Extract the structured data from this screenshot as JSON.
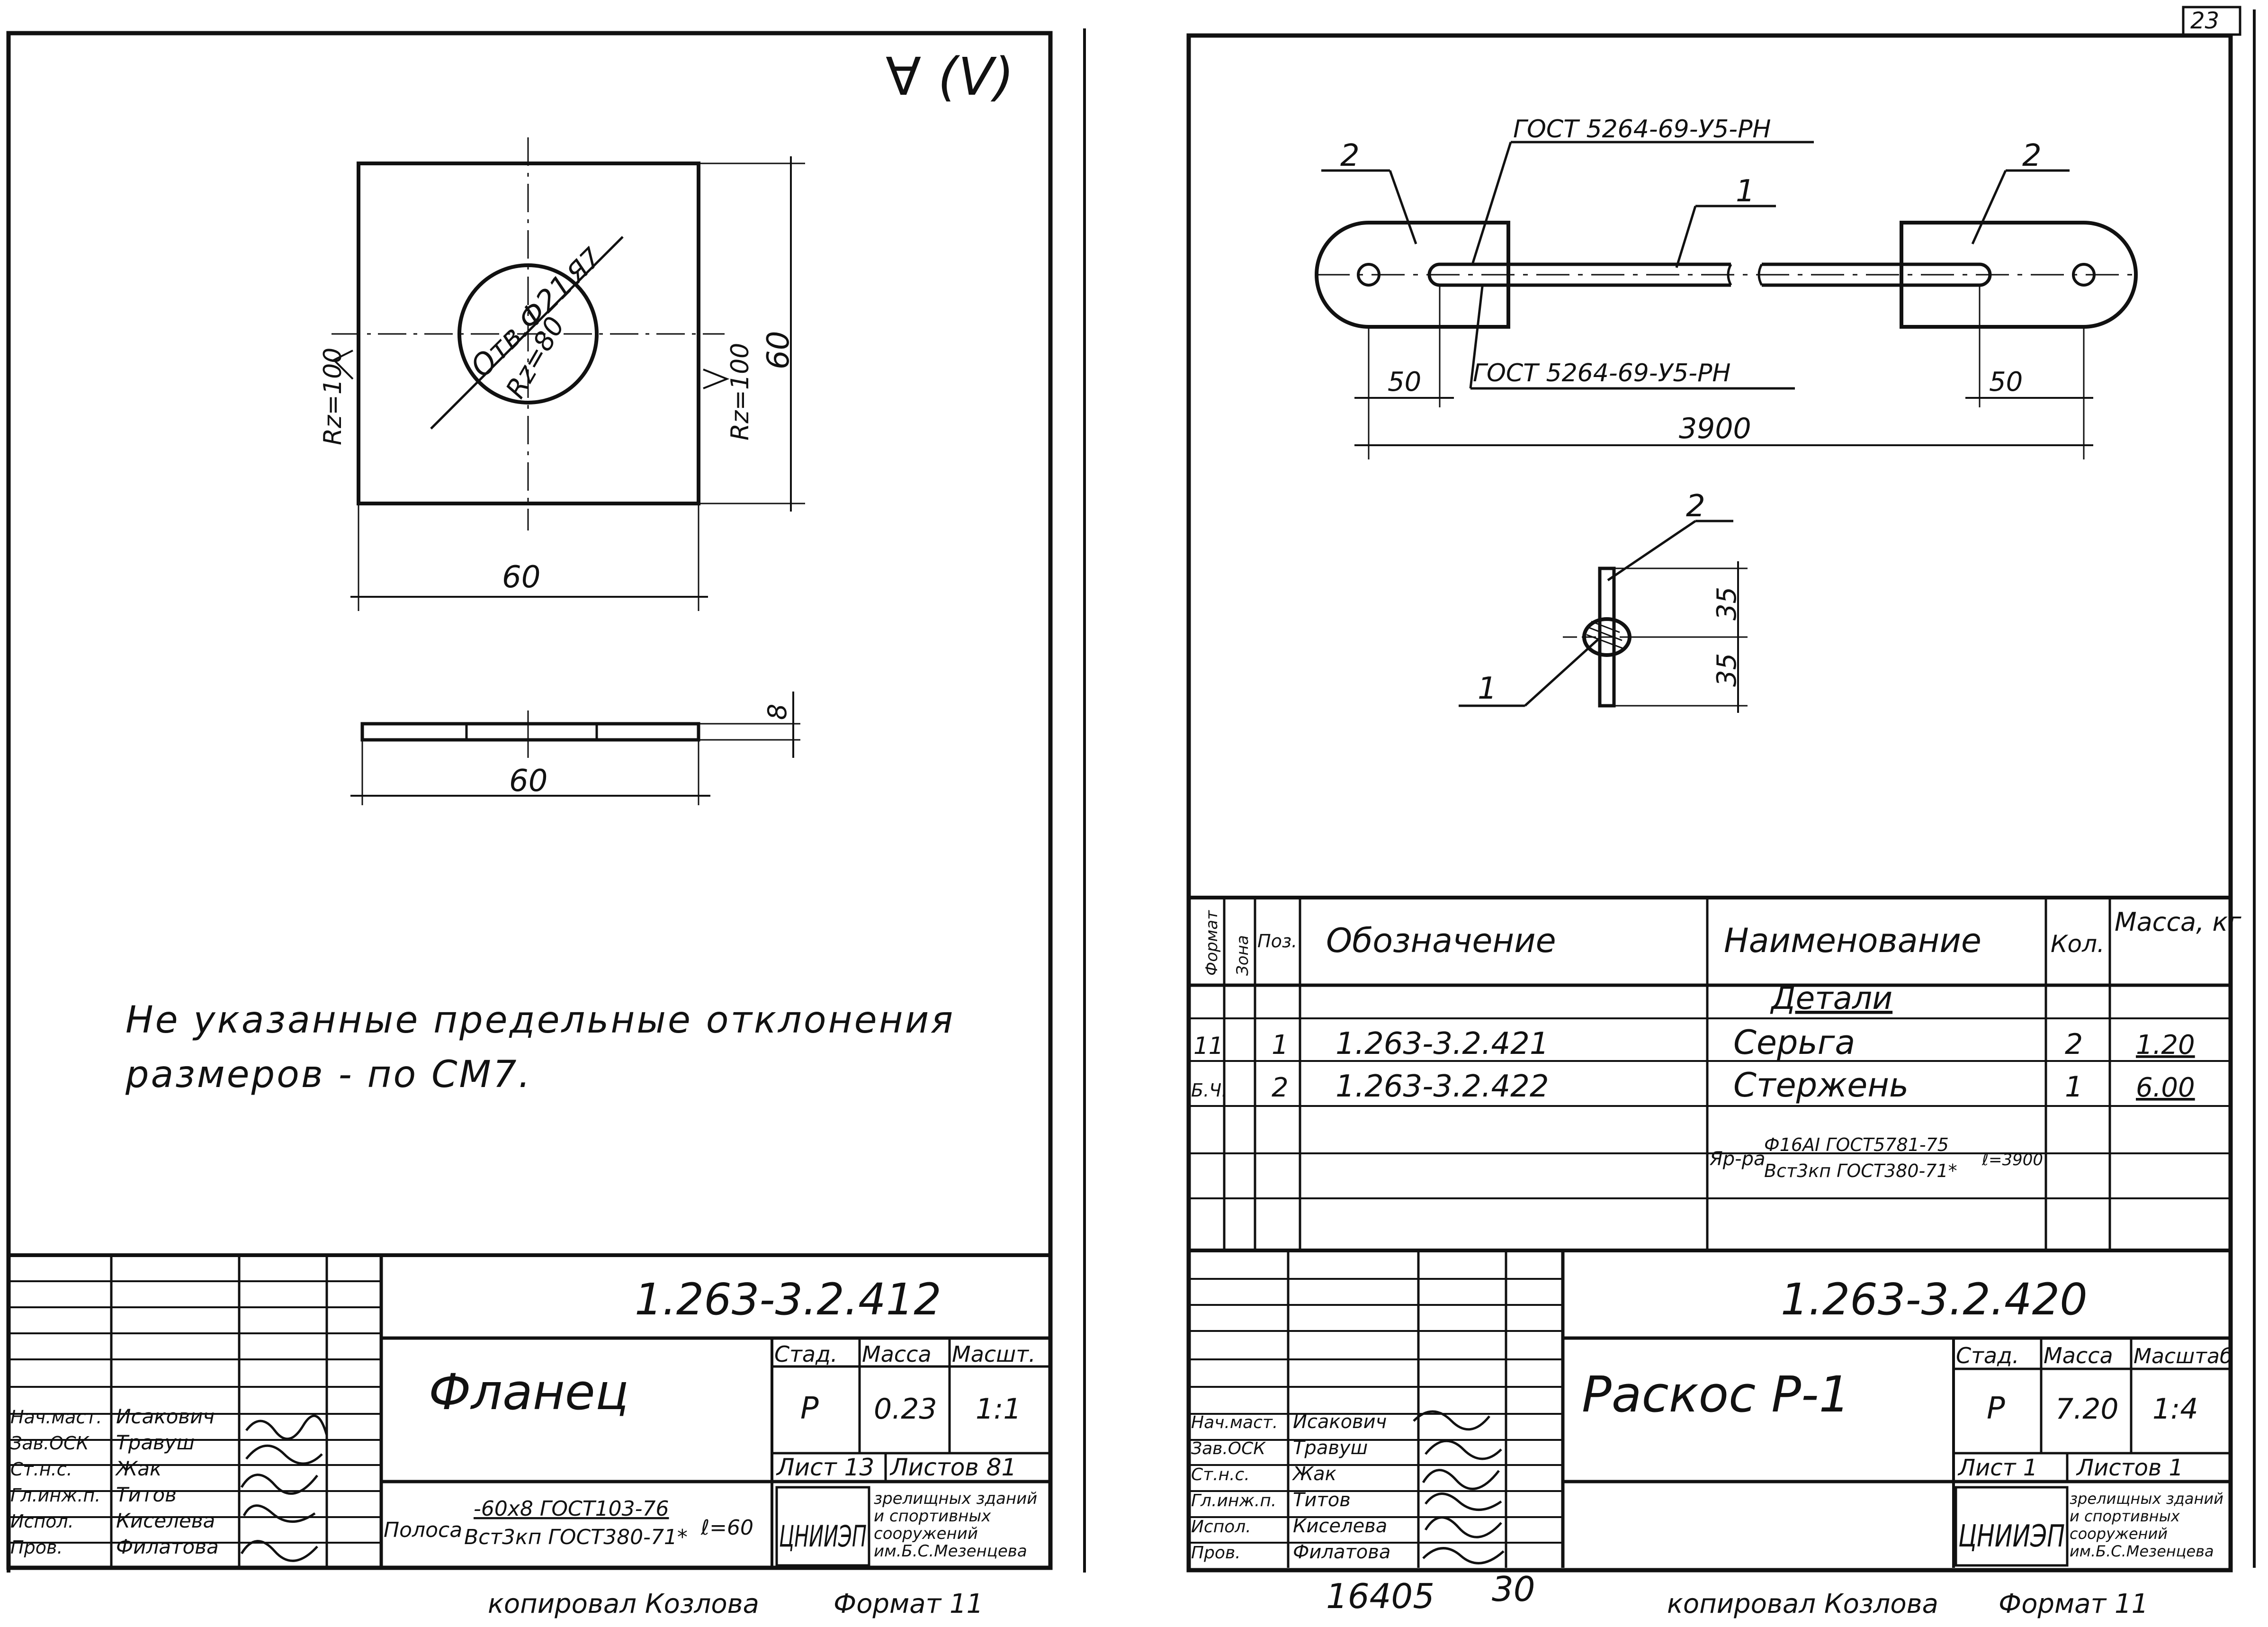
{
  "left_sheet": {
    "roughness_symbol": "∀ (V)",
    "flange": {
      "dim_width": "60",
      "dim_height": "60",
      "hole_label": "Отв.Ф21",
      "hole_roughness": "Я7",
      "inner_roughness": "Rz=80",
      "left_roughness": "Rz=100",
      "right_roughness": "Rz=100",
      "plate_thickness": "8",
      "plate_width": "60"
    },
    "note_line1": "Не указанные предельные отклонения",
    "note_line2": "размеров - по СМ7.",
    "title_block": {
      "doc_number": "1.263-3.2.412",
      "part_name": "Фланец",
      "hdr_stage": "Стад.",
      "hdr_mass": "Масса",
      "hdr_scale": "Масшт.",
      "stage": "Р",
      "mass": "0.23",
      "scale": "1:1",
      "sheet": "Лист 13",
      "sheets": "Листов 81",
      "material_prefix": "Полоса",
      "material_top": "-60х8 ГОСТ103-76",
      "material_bottom": "Вст3кп ГОСТ380-71*",
      "material_len": "ℓ=60",
      "org_logo": "ЦНИИЭП",
      "org_line1": "зрелищных зданий",
      "org_line2": "и спортивных",
      "org_line3": "сооружений",
      "org_line4": "им.Б.С.Мезенцева",
      "roles": [
        "Нач.маст.",
        "Зав.ОСК",
        "Ст.н.с.",
        "Гл.инж.п.",
        "Испол.",
        "Пров."
      ],
      "names": [
        "Исакович",
        "Травуш",
        "Жак",
        "Титов",
        "Киселева",
        "Филатова"
      ]
    },
    "footer_copied": "копировал Козлова",
    "footer_format": "Формат 11"
  },
  "right_sheet": {
    "corner_mark": "23",
    "assembly": {
      "weld_top": "ГОСТ 5264-69-У5-РН",
      "weld_bottom": "ГОСТ 5264-69-У5-РН",
      "pos2_left": "2",
      "pos2_right": "2",
      "pos1": "1",
      "dim_left": "50",
      "dim_right": "50",
      "dim_total": "3900",
      "section_pos2": "2",
      "section_pos1": "1",
      "section_dim_top": "35",
      "section_dim_bottom": "35"
    },
    "spec_table": {
      "headers": {
        "format": "Формат",
        "zone": "Зона",
        "pos": "Поз.",
        "designation": "Обозначение",
        "name": "Наименование",
        "qty": "Кол.",
        "mass": "Масса, кг"
      },
      "section_title": "Детали",
      "rows": [
        {
          "format": "11",
          "pos": "1",
          "designation": "1.263-3.2.421",
          "name": "Серьга",
          "qty": "2",
          "mass": "1.20"
        },
        {
          "format": "Б.Ч.",
          "pos": "2",
          "designation": "1.263-3.2.422",
          "name": "Стержень",
          "qty": "1",
          "mass": "6.00"
        }
      ],
      "material_prefix": "Яр-ра",
      "material_top": "Ф16АI ГОСТ5781-75",
      "material_bottom": "Вст3кп ГОСТ380-71*",
      "material_len": "ℓ=3900"
    },
    "title_block": {
      "doc_number": "1.263-3.2.420",
      "part_name": "Раскос Р-1",
      "hdr_stage": "Стад.",
      "hdr_mass": "Масса",
      "hdr_scale": "Масштаб",
      "stage": "Р",
      "mass": "7.20",
      "scale": "1:4",
      "sheet": "Лист 1",
      "sheets": "Листов 1",
      "org_logo": "ЦНИИЭП",
      "org_line1": "зрелищных зданий",
      "org_line2": "и спортивных",
      "org_line3": "сооружений",
      "org_line4": "им.Б.С.Мезенцева",
      "roles": [
        "Нач.маст.",
        "Зав.ОСК",
        "Ст.н.с.",
        "Гл.инж.п.",
        "Испол.",
        "Пров."
      ],
      "names": [
        "Исакович",
        "Травуш",
        "Жак",
        "Титов",
        "Киселева",
        "Филатова"
      ]
    },
    "stamp_left": "16405",
    "stamp_right": "30",
    "footer_copied": "копировал Козлова",
    "footer_format": "Формат 11"
  }
}
